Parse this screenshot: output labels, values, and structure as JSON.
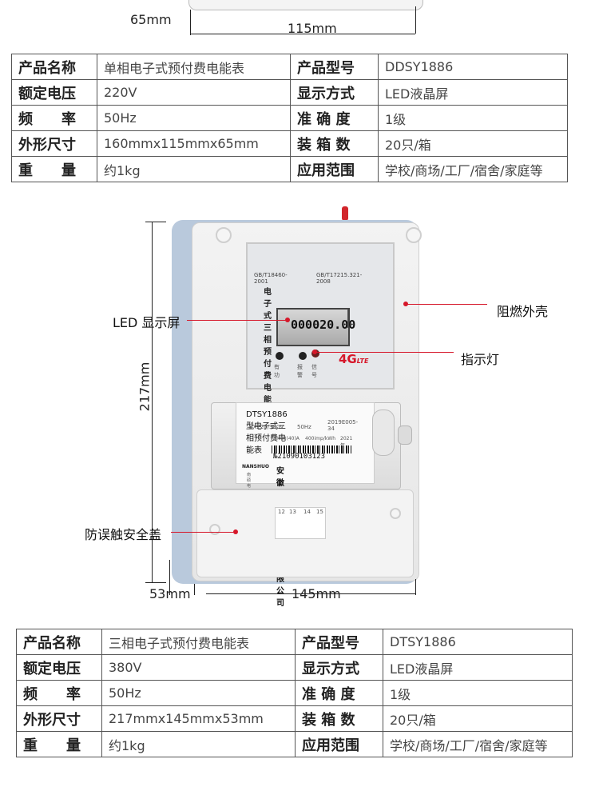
{
  "top_dims": {
    "depth": "65mm",
    "width": "115mm"
  },
  "table1": {
    "rows": [
      [
        "产品名称",
        "单相电子式预付费电能表",
        "产品型号",
        "DDSY1886"
      ],
      [
        "额定电压",
        "220V",
        "显示方式",
        "LED液晶屏"
      ],
      [
        "频　　率",
        "50Hz",
        "准 确 度",
        "1级"
      ],
      [
        "外形尺寸",
        "160mmx115mmx65mm",
        "装 箱 数",
        "20只/箱"
      ],
      [
        "重　　量",
        "约1kg",
        "应用范围",
        "学校/商场/工厂/宿舍/家庭等"
      ]
    ]
  },
  "meter": {
    "height_dim": "217mm",
    "depth_dim": "53mm",
    "width_dim": "145mm",
    "callouts": {
      "display": "LED 显示屏",
      "shell": "阻燃外壳",
      "indicator": "指示灯",
      "cover": "防误触安全盖"
    },
    "panel": {
      "std_left": "GB/T18460-2001",
      "std_right": "GB/T17215.321-2008",
      "title": "电子式三相预付费电能表",
      "lcd_value": "000020.00",
      "led_labels": [
        "有功",
        "报警",
        "信号"
      ],
      "network": "4G",
      "network_sub": "LTE",
      "plate_title": "DTSY1886型电子式三相预付费电能表",
      "plate_voltage": "3X220/380V",
      "plate_freq": "50Hz",
      "plate_code": "2019E005-34",
      "plate_current": "3×10(40)A",
      "plate_const": "400imp/kWh",
      "plate_year": "2021年",
      "serial": "№21090103123",
      "brand": "NANSHUO",
      "brand_cn": "南硕电力",
      "company": "安徽南硕电力科技有限公司",
      "terminals": [
        "12",
        "13",
        "14",
        "15"
      ]
    }
  },
  "table2": {
    "rows": [
      [
        "产品名称",
        "三相电子式预付费电能表",
        "产品型号",
        "DTSY1886"
      ],
      [
        "额定电压",
        "380V",
        "显示方式",
        "LED液晶屏"
      ],
      [
        "频　　率",
        "50Hz",
        "准 确 度",
        "1级"
      ],
      [
        "外形尺寸",
        "217mmx145mmx53mm",
        "装 箱 数",
        "20只/箱"
      ],
      [
        "重　　量",
        "约1kg",
        "应用范围",
        "学校/商场/工厂/宿舍/家庭等"
      ]
    ]
  }
}
